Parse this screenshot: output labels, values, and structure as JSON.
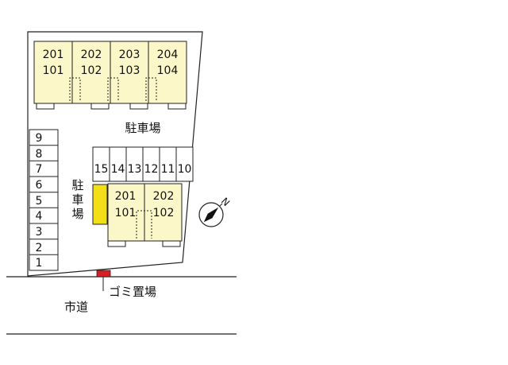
{
  "building_a": {
    "units": [
      {
        "upper": "201",
        "lower": "101"
      },
      {
        "upper": "202",
        "lower": "102"
      },
      {
        "upper": "203",
        "lower": "103"
      },
      {
        "upper": "204",
        "lower": "104"
      }
    ]
  },
  "building_b": {
    "units": [
      {
        "upper": "201",
        "lower": "101"
      },
      {
        "upper": "202",
        "lower": "102"
      }
    ]
  },
  "parking_main_label": "駐車場",
  "parking_side_label": [
    "駐",
    "車",
    "場"
  ],
  "left_spaces": [
    "9",
    "8",
    "7",
    "6",
    "5",
    "4",
    "3",
    "2",
    "1"
  ],
  "row_spaces": [
    "15",
    "14",
    "13",
    "12",
    "11",
    "10"
  ],
  "garbage_label": "ゴミ置場",
  "road_label": "市道",
  "compass_letter": "N",
  "colors": {
    "building_fill": "#fcf7c8",
    "highlight": "#f2df18",
    "garbage": "#d81f26",
    "line": "#222222"
  }
}
